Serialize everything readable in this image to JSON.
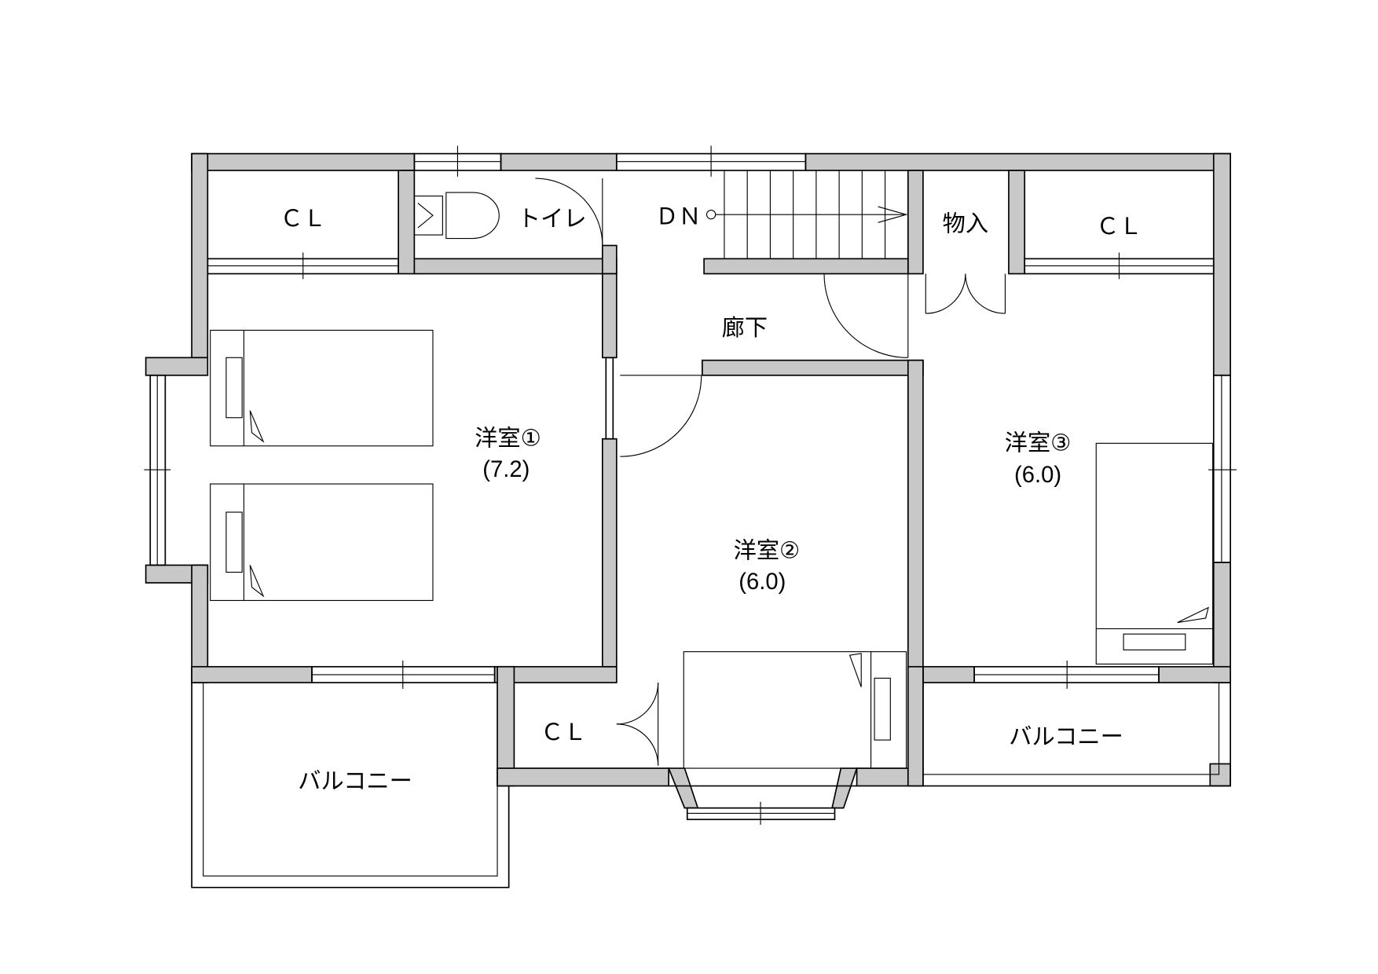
{
  "plan": {
    "rooms": {
      "closet_nw": "ＣＬ",
      "toilet": "トイレ",
      "down": "ＤＮ",
      "storage": "物入",
      "closet_ne": "ＣＬ",
      "hallway": "廊下",
      "room1_name": "洋室①",
      "room1_size": "(7.2)",
      "room2_name": "洋室②",
      "room2_size": "(6.0)",
      "room3_name": "洋室③",
      "room3_size": "(6.0)",
      "closet_s": "ＣＬ",
      "balcony_sw": "バルコニー",
      "balcony_se": "バルコニー"
    },
    "colors": {
      "wall": "#c8c8c8",
      "line": "#000000"
    }
  }
}
